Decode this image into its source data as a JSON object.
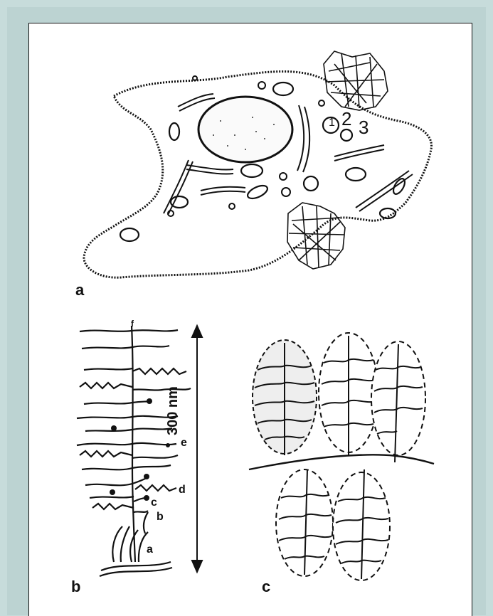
{
  "figure": {
    "panel_labels": {
      "a": "a",
      "b": "b",
      "c": "c"
    },
    "cell_numbers": {
      "n1": "1",
      "n2": "2",
      "n3": "3"
    },
    "scale_label": "300 nm",
    "molecule_labels": {
      "a": "a",
      "b": "b",
      "c": "c",
      "d": "d",
      "e": "e",
      "f": "f"
    }
  },
  "colors": {
    "background": "#c7dcdb",
    "paper": "#ffffff",
    "ink": "#111111",
    "shade": "#e9e9e9"
  }
}
